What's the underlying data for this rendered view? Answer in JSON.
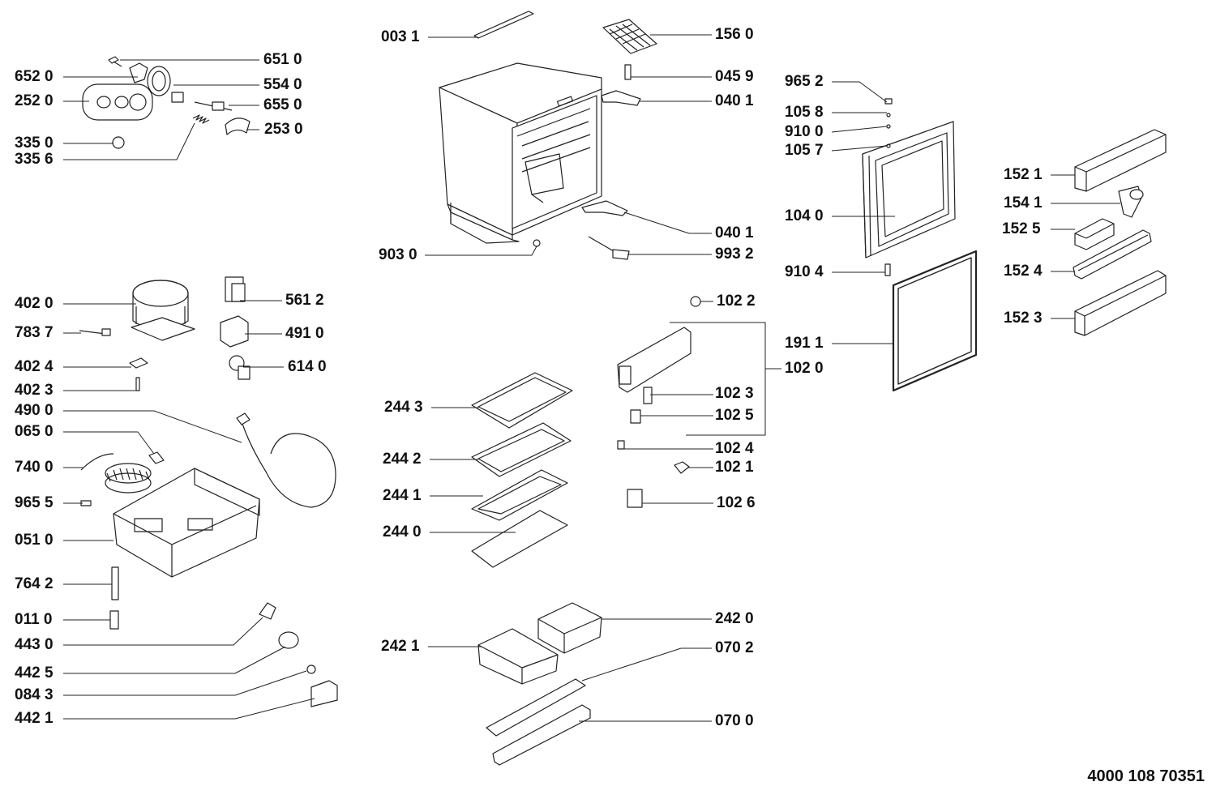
{
  "diagram": {
    "reference_code": "4000 108 70351",
    "callouts": [
      {
        "id": "6510",
        "text": "651 0"
      },
      {
        "id": "6520",
        "text": "652 0"
      },
      {
        "id": "5540",
        "text": "554 0"
      },
      {
        "id": "2520",
        "text": "252 0"
      },
      {
        "id": "6550",
        "text": "655 0"
      },
      {
        "id": "2530",
        "text": "253 0"
      },
      {
        "id": "3350",
        "text": "335 0"
      },
      {
        "id": "3356",
        "text": "335 6"
      },
      {
        "id": "0031",
        "text": "003 1"
      },
      {
        "id": "1560",
        "text": "156 0"
      },
      {
        "id": "0459",
        "text": "045 9"
      },
      {
        "id": "0401a",
        "text": "040 1"
      },
      {
        "id": "0401b",
        "text": "040 1"
      },
      {
        "id": "9932",
        "text": "993 2"
      },
      {
        "id": "9030",
        "text": "903 0"
      },
      {
        "id": "9652",
        "text": "965 2"
      },
      {
        "id": "1058",
        "text": "105 8"
      },
      {
        "id": "9100",
        "text": "910 0"
      },
      {
        "id": "1057",
        "text": "105 7"
      },
      {
        "id": "1040",
        "text": "104 0"
      },
      {
        "id": "9104",
        "text": "910 4"
      },
      {
        "id": "1911",
        "text": "191 1"
      },
      {
        "id": "1521",
        "text": "152 1"
      },
      {
        "id": "1541",
        "text": "154 1"
      },
      {
        "id": "1525",
        "text": "152 5"
      },
      {
        "id": "1524",
        "text": "152 4"
      },
      {
        "id": "1523",
        "text": "152 3"
      },
      {
        "id": "4020",
        "text": "402 0"
      },
      {
        "id": "5612",
        "text": "561 2"
      },
      {
        "id": "7837",
        "text": "783 7"
      },
      {
        "id": "4910",
        "text": "491 0"
      },
      {
        "id": "4024",
        "text": "402 4"
      },
      {
        "id": "6140",
        "text": "614 0"
      },
      {
        "id": "4023",
        "text": "402 3"
      },
      {
        "id": "4900",
        "text": "490 0"
      },
      {
        "id": "0650",
        "text": "065 0"
      },
      {
        "id": "7400",
        "text": "740 0"
      },
      {
        "id": "9655",
        "text": "965 5"
      },
      {
        "id": "0510",
        "text": "051 0"
      },
      {
        "id": "7642",
        "text": "764 2"
      },
      {
        "id": "0110",
        "text": "011 0"
      },
      {
        "id": "4430",
        "text": "443 0"
      },
      {
        "id": "4425",
        "text": "442 5"
      },
      {
        "id": "0843",
        "text": "084 3"
      },
      {
        "id": "4421",
        "text": "442 1"
      },
      {
        "id": "1022",
        "text": "102 2"
      },
      {
        "id": "1020",
        "text": "102 0"
      },
      {
        "id": "1023",
        "text": "102 3"
      },
      {
        "id": "1025",
        "text": "102 5"
      },
      {
        "id": "1024",
        "text": "102 4"
      },
      {
        "id": "1021",
        "text": "102 1"
      },
      {
        "id": "1026",
        "text": "102 6"
      },
      {
        "id": "2443",
        "text": "244 3"
      },
      {
        "id": "2442",
        "text": "244 2"
      },
      {
        "id": "2441",
        "text": "244 1"
      },
      {
        "id": "2440",
        "text": "244 0"
      },
      {
        "id": "2420",
        "text": "242 0"
      },
      {
        "id": "2421",
        "text": "242 1"
      },
      {
        "id": "0702",
        "text": "070 2"
      },
      {
        "id": "0700",
        "text": "070 0"
      }
    ]
  }
}
